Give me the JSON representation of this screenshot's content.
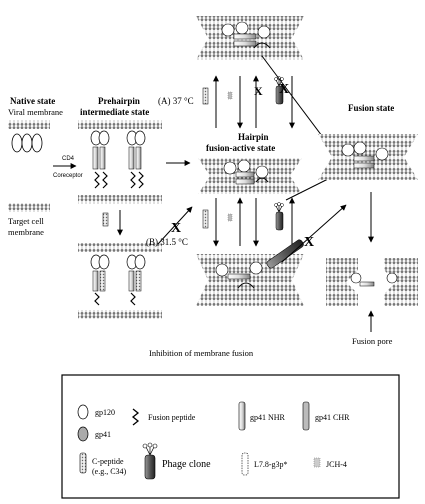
{
  "states": {
    "native_line1": "Native state",
    "native_line2": "Viral membrane",
    "prehairpin_line1": "Prehairpin",
    "prehairpin_line2": "intermediate state",
    "hairpin_line1": "Hairpin",
    "hairpin_line2": "fusion-active state",
    "fusion": "Fusion state"
  },
  "labels": {
    "target_line1": "Target cell",
    "target_line2": "membrane",
    "cd4": "CD4",
    "coreceptor": "Coreceptor",
    "temp_a": "(A) 37 °C",
    "temp_b": "(B) 31.5 °C",
    "inhibit_mark": "X",
    "fusion_pore": "Fusion pore",
    "inhibition_caption": "Inhibition of membrane fusion"
  },
  "legend": {
    "gp120": "gp120",
    "fusion_peptide": "Fusion peptide",
    "gp41_nhr": "gp41 NHR",
    "gp41_chr": "gp41  CHR",
    "gp41": "gp41",
    "c_peptide_line1": "C-peptide",
    "c_peptide_line2": "(e.g., C34)",
    "phage_clone": "Phage clone",
    "l78": "L7.8-g3p*",
    "jch4": "JCH-4"
  }
}
